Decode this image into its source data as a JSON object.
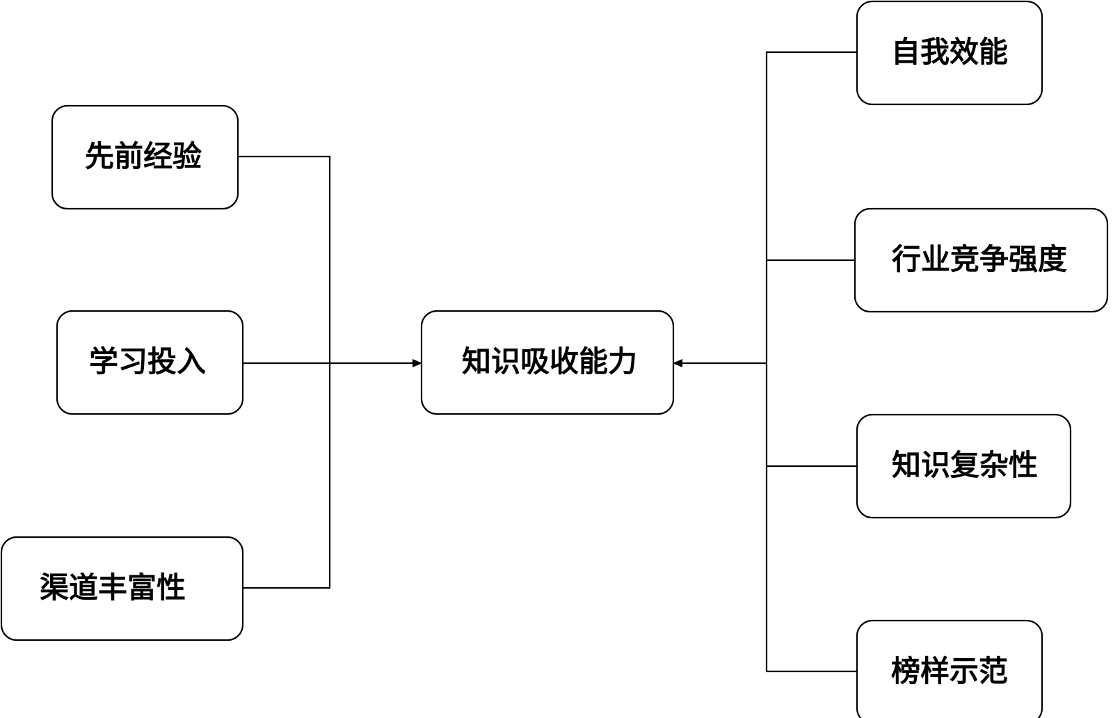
{
  "diagram": {
    "center": {
      "label": "知识吸收能力"
    },
    "left_nodes": [
      {
        "label": "先前经验"
      },
      {
        "label": "学习投入"
      },
      {
        "label": "渠道丰富性"
      }
    ],
    "right_nodes": [
      {
        "label": "自我效能"
      },
      {
        "label": "行业竞争强度"
      },
      {
        "label": "知识复杂性"
      },
      {
        "label": "榜样示范"
      }
    ]
  }
}
